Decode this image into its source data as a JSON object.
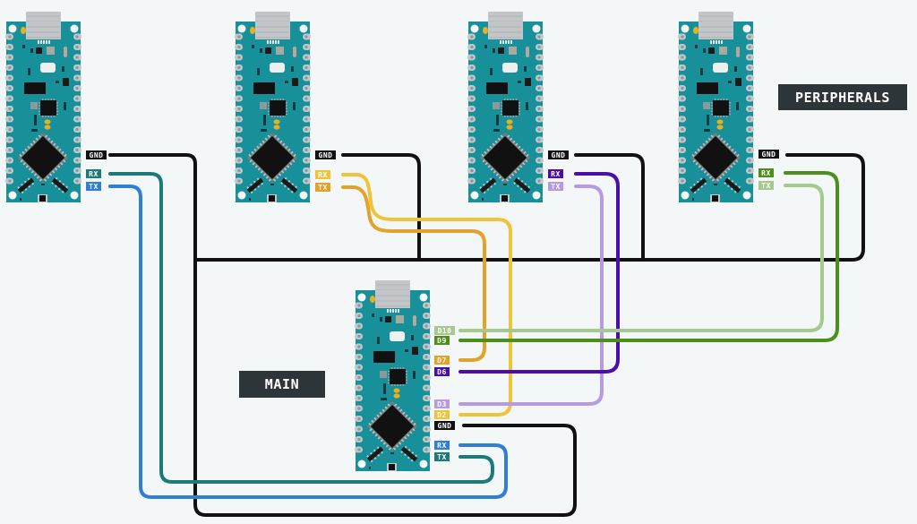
{
  "diagram": {
    "title": "Arduino Nano serial network: MAIN board connected to PERIPHERALS",
    "background": "#f4f7f8",
    "group_labels": {
      "main": "MAIN",
      "peripherals": "PERIPHERALS",
      "background": "#2e3538",
      "text_color": "#ffffff"
    },
    "board_colors": {
      "pcb": "#17909a",
      "pin_pad": "#bfc9cc",
      "usb": "#c3c6c8",
      "chip": "#111111",
      "led": "#e8b01e",
      "button": "#eef0f1"
    },
    "boards": [
      {
        "id": "peripheral-1",
        "role": "peripheral",
        "pins": [
          {
            "label": "GND",
            "bg": "#111111",
            "fg": "#ffffff"
          },
          {
            "label": "RX",
            "bg": "#1d7a7a",
            "fg": "#ffffff"
          },
          {
            "label": "TX",
            "bg": "#2f7fd6",
            "fg": "#ffffff"
          }
        ]
      },
      {
        "id": "peripheral-2",
        "role": "peripheral",
        "pins": [
          {
            "label": "GND",
            "bg": "#111111",
            "fg": "#ffffff"
          },
          {
            "label": "RX",
            "bg": "#f0c43a",
            "fg": "#ffffff"
          },
          {
            "label": "TX",
            "bg": "#e3a22a",
            "fg": "#ffffff"
          }
        ]
      },
      {
        "id": "peripheral-3",
        "role": "peripheral",
        "pins": [
          {
            "label": "GND",
            "bg": "#111111",
            "fg": "#ffffff"
          },
          {
            "label": "RX",
            "bg": "#4a0fa6",
            "fg": "#ffffff"
          },
          {
            "label": "TX",
            "bg": "#b79be0",
            "fg": "#ffffff"
          }
        ]
      },
      {
        "id": "peripheral-4",
        "role": "peripheral",
        "pins": [
          {
            "label": "GND",
            "bg": "#111111",
            "fg": "#ffffff"
          },
          {
            "label": "RX",
            "bg": "#4d8f1c",
            "fg": "#ffffff"
          },
          {
            "label": "TX",
            "bg": "#a5c98e",
            "fg": "#ffffff"
          }
        ]
      },
      {
        "id": "main",
        "role": "main",
        "pins": [
          {
            "label": "D10",
            "bg": "#a5c98e",
            "fg": "#ffffff"
          },
          {
            "label": "D9",
            "bg": "#4d8f1c",
            "fg": "#ffffff"
          },
          {
            "label": "D7",
            "bg": "#e3a22a",
            "fg": "#ffffff"
          },
          {
            "label": "D6",
            "bg": "#4a0fa6",
            "fg": "#ffffff"
          },
          {
            "label": "D3",
            "bg": "#b79be0",
            "fg": "#ffffff"
          },
          {
            "label": "D2",
            "bg": "#f0c43a",
            "fg": "#ffffff"
          },
          {
            "label": "GND",
            "bg": "#111111",
            "fg": "#ffffff"
          },
          {
            "label": "RX",
            "bg": "#2f7fd6",
            "fg": "#ffffff"
          },
          {
            "label": "TX",
            "bg": "#1d7a7a",
            "fg": "#ffffff"
          }
        ]
      }
    ],
    "connections": [
      {
        "from": "peripheral-1.RX",
        "to": "main.TX",
        "color": "#1d7a7a"
      },
      {
        "from": "peripheral-1.TX",
        "to": "main.RX",
        "color": "#2f7fd6"
      },
      {
        "from": "peripheral-2.RX",
        "to": "main.D2",
        "color": "#f0c43a"
      },
      {
        "from": "peripheral-2.TX",
        "to": "main.D7",
        "color": "#e3a22a"
      },
      {
        "from": "peripheral-3.RX",
        "to": "main.D6",
        "color": "#4a0fa6"
      },
      {
        "from": "peripheral-3.TX",
        "to": "main.D3",
        "color": "#b79be0"
      },
      {
        "from": "peripheral-4.RX",
        "to": "main.D9",
        "color": "#4d8f1c"
      },
      {
        "from": "peripheral-4.TX",
        "to": "main.D10",
        "color": "#a5c98e"
      },
      {
        "from": "all.GND",
        "to": "gnd-bus",
        "color": "#111111"
      }
    ]
  }
}
